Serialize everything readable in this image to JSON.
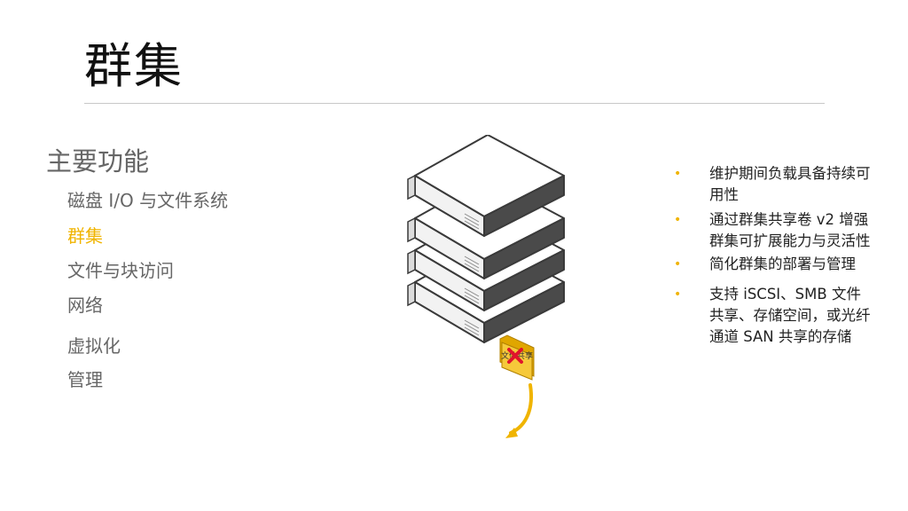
{
  "slide": {
    "title": "群集",
    "section_heading": "主要功能"
  },
  "nav": {
    "items": [
      {
        "label": "磁盘 I/O 与文件系统",
        "active": false
      },
      {
        "label": "群集",
        "active": true
      },
      {
        "label": "文件与块访问",
        "active": false
      },
      {
        "label": "网络",
        "active": false
      },
      {
        "label": "虚拟化",
        "active": false
      },
      {
        "label": "管理",
        "active": false
      }
    ]
  },
  "illustration": {
    "folder_label": "文件共享",
    "icons": [
      "server-stack-icon",
      "shared-folder-icon",
      "error-x-icon",
      "curved-arrow-icon"
    ],
    "accent_color": "#f0b400",
    "error_color": "#e0142c"
  },
  "bullets": [
    "维护期间负载具备持续可用性",
    "通过群集共享卷 v2 增强群集可扩展能力与灵活性",
    "简化群集的部署与管理",
    "支持 iSCSI、SMB 文件共享、存储空间，或光纤通道 SAN 共享的存储"
  ],
  "colors": {
    "accent": "#f0b400",
    "text": "#555555",
    "heading": "#111111"
  }
}
